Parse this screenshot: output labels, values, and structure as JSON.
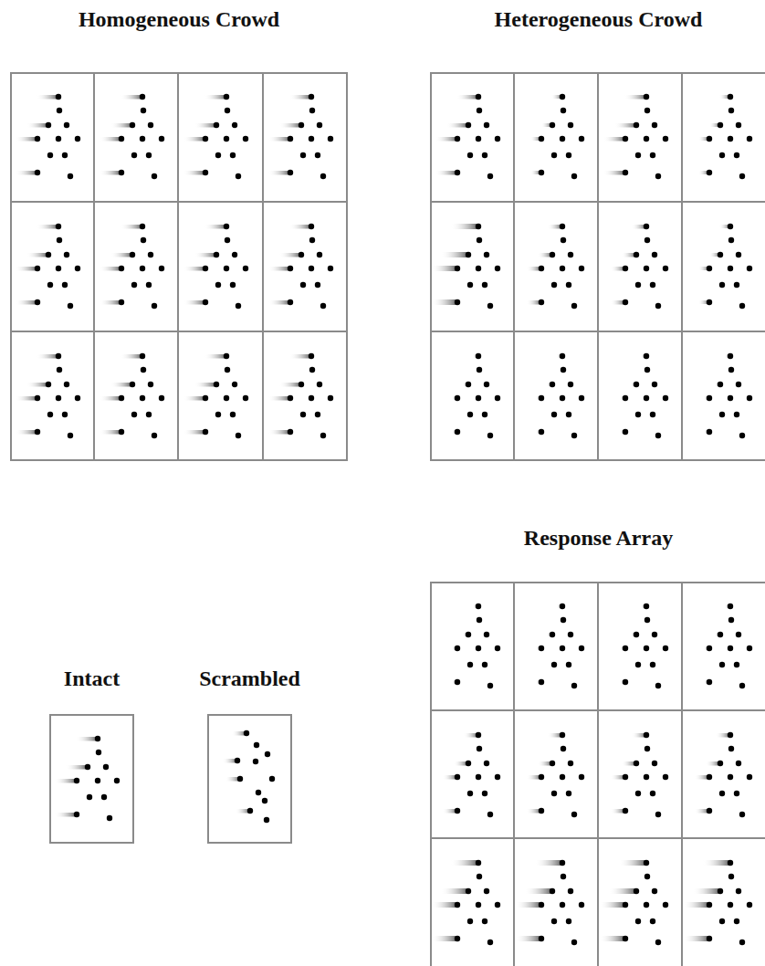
{
  "diagram": {
    "nodes": [
      {
        "text": [
          "Homogeneous Crowd"
        ]
      },
      {
        "text": [
          "Heterogeneous Crowd"
        ]
      },
      {
        "text": [
          "Response Array"
        ]
      },
      {
        "text": [
          "Intact"
        ]
      },
      {
        "text": [
          "Scrambled"
        ]
      }
    ]
  }
}
